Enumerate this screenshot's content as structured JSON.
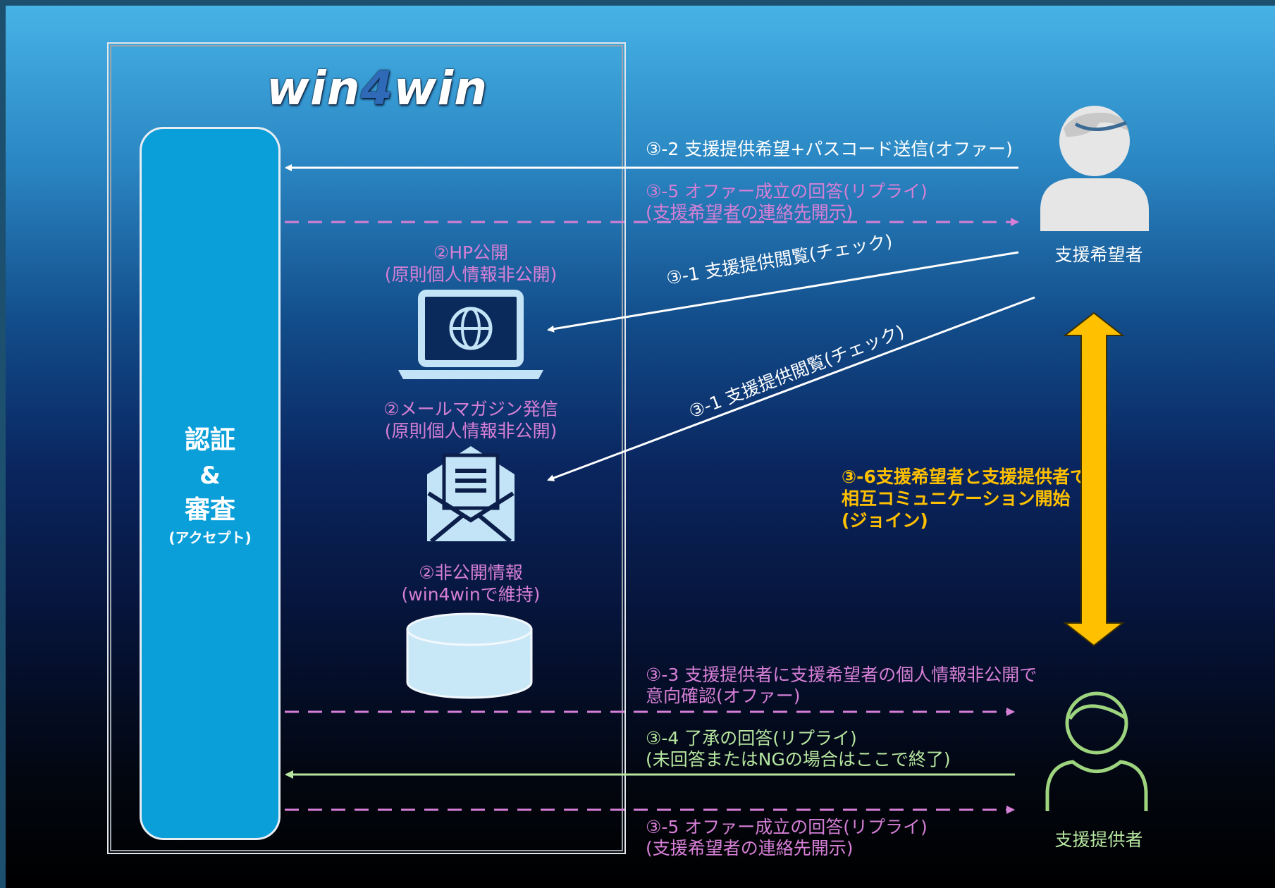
{
  "logo": {
    "part1": "win",
    "part2": "4",
    "part3": "win"
  },
  "auth": {
    "line1": "認証",
    "line2": "&",
    "line3": "審査",
    "line4": "(アクセプト)"
  },
  "center": {
    "hp_title": "②HP公開",
    "hp_sub": "(原則個人情報非公開)",
    "mail_title": "②メールマガジン発信",
    "mail_sub": "(原則個人情報非公開)",
    "db_title": "②非公開情報",
    "db_sub": "(win4winで維持)"
  },
  "flows": {
    "f32": "③-2 支援提供希望+パスコード送信(オファー)",
    "f35a_1": "③-5 オファー成立の回答(リプライ)",
    "f35a_2": "(支援希望者の連絡先開示)",
    "f31a": "③-1 支援提供閲覧(チェック)",
    "f31b": "③-1 支援提供閲覧(チェック)",
    "f36_1": "③-6支援希望者と支援提供者で",
    "f36_2": "相互コミュニケーション開始",
    "f36_3": "(ジョイン)",
    "f33_1": "③-3 支援提供者に支援希望者の個人情報非公開で",
    "f33_2": "意向確認(オファー)",
    "f34_1": "③-4 了承の回答(リプライ)",
    "f34_2": "(未回答またはNGの場合はここで終了)",
    "f35b_1": "③-5 オファー成立の回答(リプライ)",
    "f35b_2": "(支援希望者の連絡先開示)"
  },
  "actors": {
    "seeker": "支援希望者",
    "provider": "支援提供者"
  },
  "colors": {
    "white": "#ffffff",
    "pink": "#d67fd6",
    "green": "#b6e6a0",
    "yellow": "#ffc000",
    "blue": "#0a9fd9"
  }
}
